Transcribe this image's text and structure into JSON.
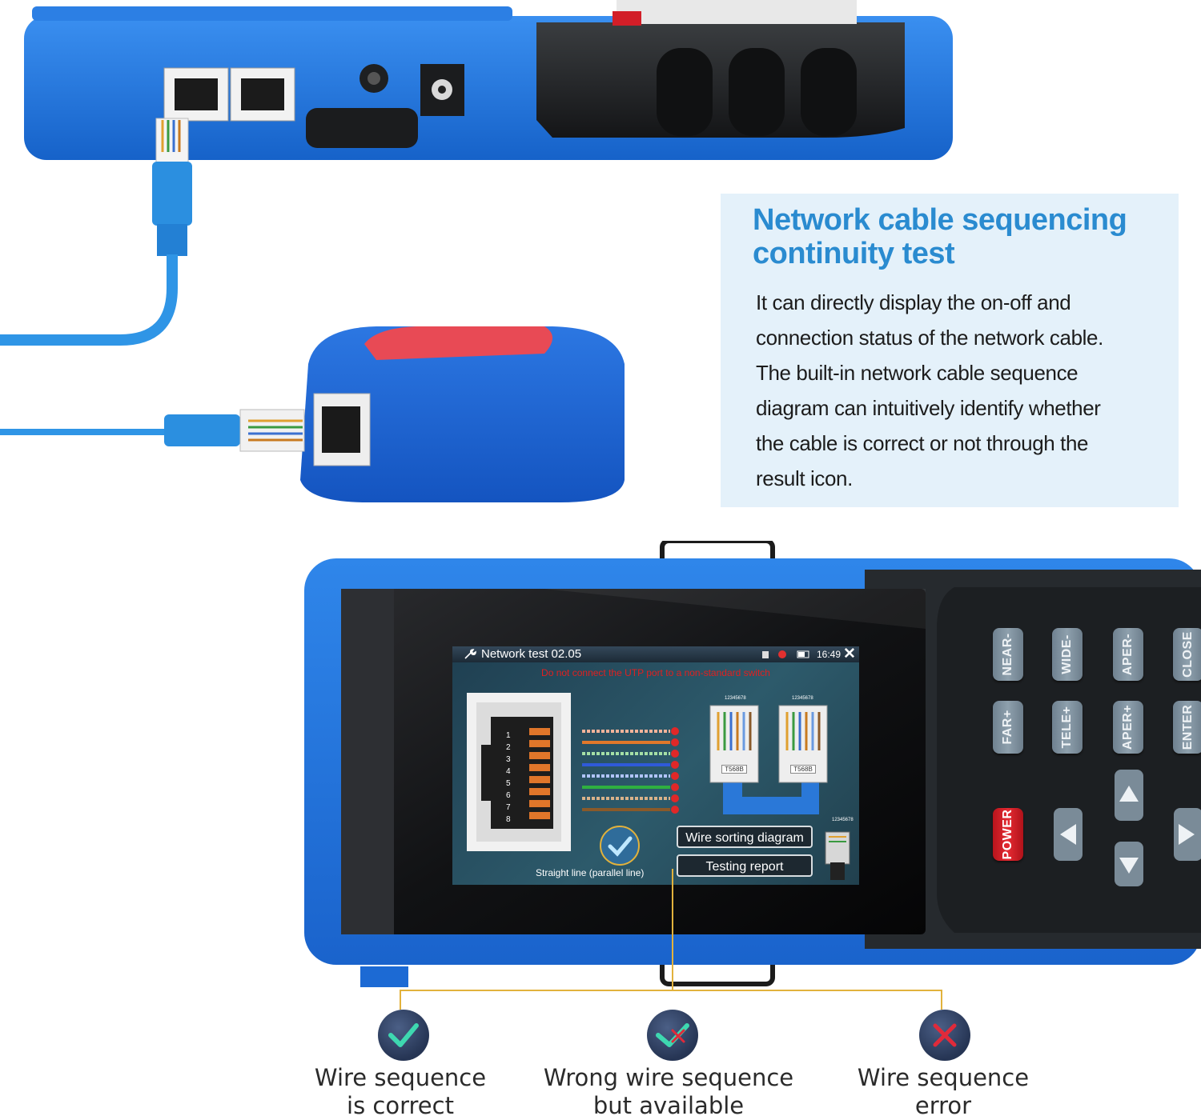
{
  "callout": {
    "title_line1": "Network cable sequencing",
    "title_line2": "continuity test",
    "body_lines": [
      "It can directly display the on-off and",
      "connection status of the network cable.",
      "The built-in network cable sequence",
      "diagram can intuitively identify whether",
      "the cable is correct or not through the",
      "result icon."
    ]
  },
  "screen": {
    "title": "Network test 02.05",
    "time": "16:49",
    "close_glyph": "✕",
    "warning": "Do not connect the UTP port to a non-standard switch",
    "pin_numbers": [
      "1",
      "2",
      "3",
      "4",
      "5",
      "6",
      "7",
      "8"
    ],
    "standard_left": "T568B",
    "standard_right": "T568B",
    "pin_header": "12345678",
    "button_diagram": "Wire sorting diagram",
    "button_report": "Testing report",
    "result_label": "Straight line (parallel line)"
  },
  "keypad": {
    "near": "NEAR-",
    "wide": "WIDE-",
    "aper_minus": "APER-",
    "close": "CLOSE",
    "far": "FAR+",
    "tele": "TELE+",
    "aper_plus": "APER+",
    "enter": "ENTER",
    "power": "POWER"
  },
  "legend": [
    {
      "line1": "Wire sequence",
      "line2": "is correct",
      "icon": "check-icon"
    },
    {
      "line1": "Wrong wire sequence",
      "line2": "but available",
      "icon": "check-cross-icon"
    },
    {
      "line1": "Wire sequence",
      "line2": "error",
      "icon": "cross-icon"
    }
  ],
  "colors": {
    "device_blue": "#1f72d6",
    "title_blue": "#2a8bd0",
    "callout_bg": "#e4f1fa",
    "leader_line": "#e2b23c",
    "check_green": "#3ed8b0",
    "error_red": "#e02a3a"
  }
}
